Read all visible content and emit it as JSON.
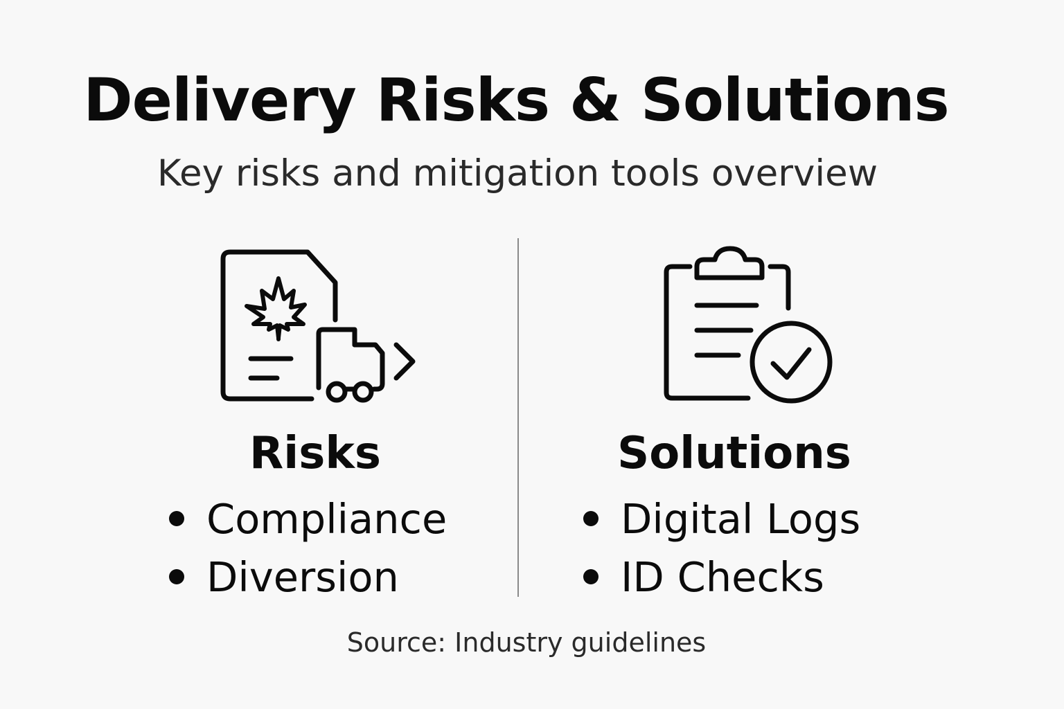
{
  "title": "Delivery Risks & Solutions",
  "subtitle": "Key risks and mitigation tools overview",
  "risks": {
    "heading": "Risks",
    "items": [
      "Compliance",
      "Diversion"
    ],
    "icon": "cannabis-document-truck-icon"
  },
  "solutions": {
    "heading": "Solutions",
    "items": [
      "Digital Logs",
      "ID Checks"
    ],
    "icon": "clipboard-check-icon"
  },
  "source": "Source: Industry guidelines",
  "colors": {
    "background": "#f8f8f8",
    "text": "#0b0b0b",
    "divider": "#8a8a8a"
  }
}
